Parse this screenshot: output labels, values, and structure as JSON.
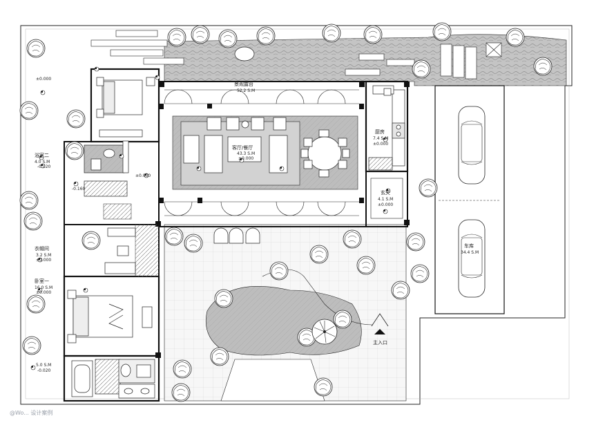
{
  "rooms": {
    "terrace": {
      "name": "景观露台",
      "area": "52.2 S.M"
    },
    "living": {
      "name": "客厅/餐厅",
      "area": "43.3 S.M",
      "elev": "±0.000"
    },
    "kitchen": {
      "name": "厨房",
      "area": "7.4 S.M",
      "elev": "±0.000"
    },
    "foyer": {
      "name": "玄关",
      "area": "4.1 S.M",
      "elev": "±0.000"
    },
    "bath_upper": {
      "name": "浴室二",
      "area": "4.0 S.M",
      "elev": "-0.020"
    },
    "bedroom_upper": {
      "elev": "±0.000"
    },
    "corridor_elev": "±0.000",
    "storage_elev": "-0.160",
    "cloak": {
      "name": "衣帽间",
      "area": "3.2 S.M",
      "elev": "±0.000"
    },
    "bedroom_lower": {
      "name": "卧室一",
      "area": "16.0 S.M",
      "elev": "±0.000"
    },
    "bath_lower": {
      "area": "5.0 S.M",
      "elev": "-0.020"
    },
    "garage": {
      "name": "车库",
      "area": "34.4 S.M"
    }
  },
  "entrance_label": "主入口",
  "watermark": "@Wo... 设计案例",
  "colors": {
    "line": "#1a1a1a",
    "hatch": "#9a9a9a",
    "fill_gray": "#c9c9c9",
    "paving": "#d8d8d8"
  }
}
